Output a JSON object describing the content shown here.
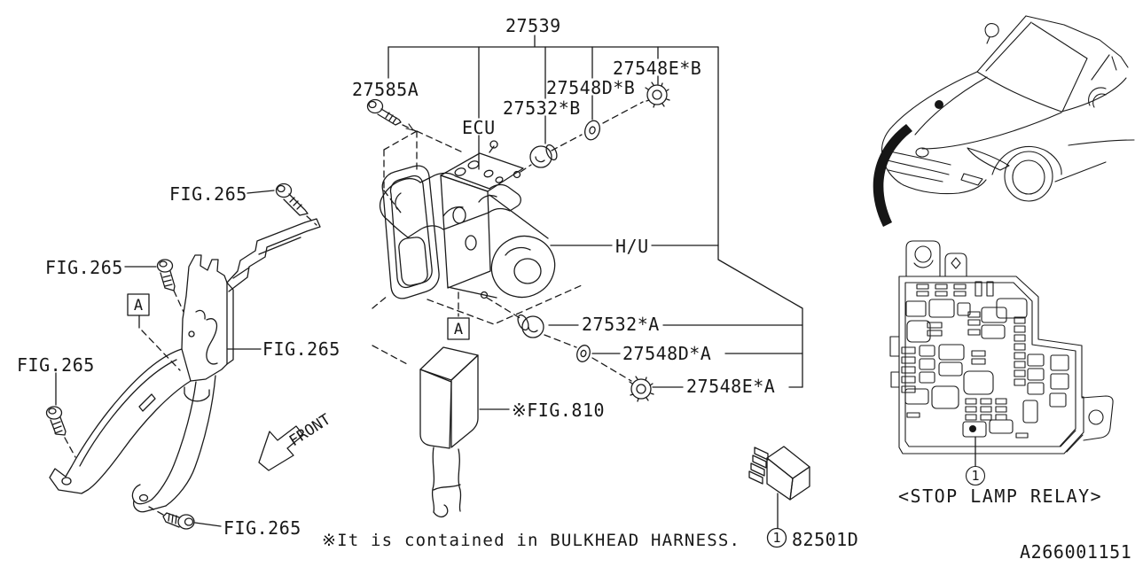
{
  "page": {
    "background": "#ffffff",
    "line_color": "#1b1b1b"
  },
  "title_block": {
    "diagram_id": "A266001151"
  },
  "notes": {
    "bulkhead": "※It is contained in BULKHEAD HARNESS.",
    "front": "FRONT"
  },
  "parts": {
    "assembly": "27539",
    "bolt_27585a": "27585A",
    "ecu": "ECU",
    "hu": "H/U",
    "damper_b": "27532*B",
    "washer_b": "27548D*B",
    "nut_b": "27548E*B",
    "damper_a": "27532*A",
    "washer_a": "27548D*A",
    "nut_a": "27548E*A",
    "connector_ref": "※FIG.810",
    "bracket_ref": "FIG.265",
    "relay": "82501D",
    "relay_caption": "<STOP LAMP RELAY>",
    "section_marker": "A",
    "callout_1": "1"
  }
}
